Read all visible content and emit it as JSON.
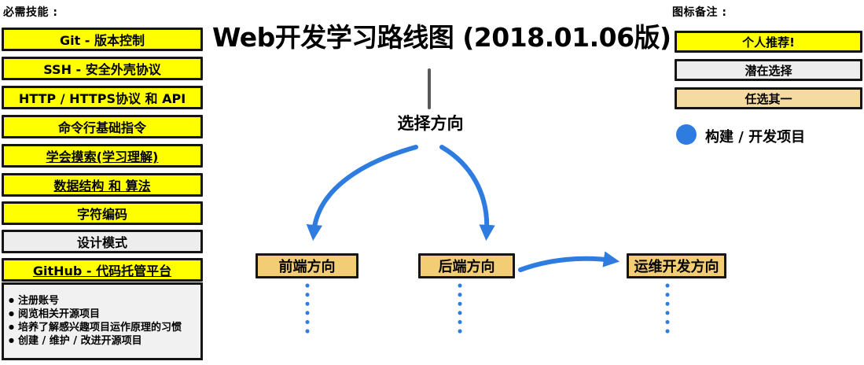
{
  "header": {
    "title": "Web开发学习路线图 (2018.01.06版)"
  },
  "left_panel": {
    "heading": "必需技能 :",
    "skills": [
      {
        "label": "Git - 版本控制",
        "type": "recommended",
        "underlined": false
      },
      {
        "label": "SSH - 安全外壳协议",
        "type": "recommended",
        "underlined": false
      },
      {
        "label": "HTTP / HTTPS协议 和 API",
        "type": "recommended",
        "underlined": false
      },
      {
        "label": "命令行基础指令",
        "type": "recommended",
        "underlined": false
      },
      {
        "label": "学会摸索(学习理解)",
        "type": "recommended",
        "underlined": true
      },
      {
        "label": "数据结构 和 算法",
        "type": "recommended",
        "underlined": true
      },
      {
        "label": "字符编码",
        "type": "recommended",
        "underlined": false
      },
      {
        "label": "设计模式",
        "type": "potential",
        "underlined": false
      },
      {
        "label": "GitHub - 代码托管平台",
        "type": "recommended",
        "underlined": true
      }
    ],
    "github_notes": [
      "注册账号",
      "阅览相关开源项目",
      "培养了解感兴趣项目运作原理的习惯",
      "创建 / 维护 / 改进开源项目"
    ]
  },
  "flowchart": {
    "root_label": "选择方向",
    "branches": [
      {
        "label": "前端方向"
      },
      {
        "label": "后端方向"
      },
      {
        "label": "运维开发方向"
      }
    ]
  },
  "legend": {
    "heading": "图标备注 :",
    "items": [
      {
        "label": "个人推荐!",
        "type": "recommended"
      },
      {
        "label": "潜在选择",
        "type": "potential"
      },
      {
        "label": "任选其一",
        "type": "choose_one"
      }
    ],
    "project_marker_label": "构建 / 开发项目"
  },
  "colors": {
    "recommended_yellow": "#FFFF00",
    "potential_gray": "#EDEDED",
    "choose_one_tan": "#F5DBA0",
    "direction_box_tan": "#F2CD74",
    "arrow_blue": "#2E7CE0",
    "connector_gray": "#595959"
  }
}
